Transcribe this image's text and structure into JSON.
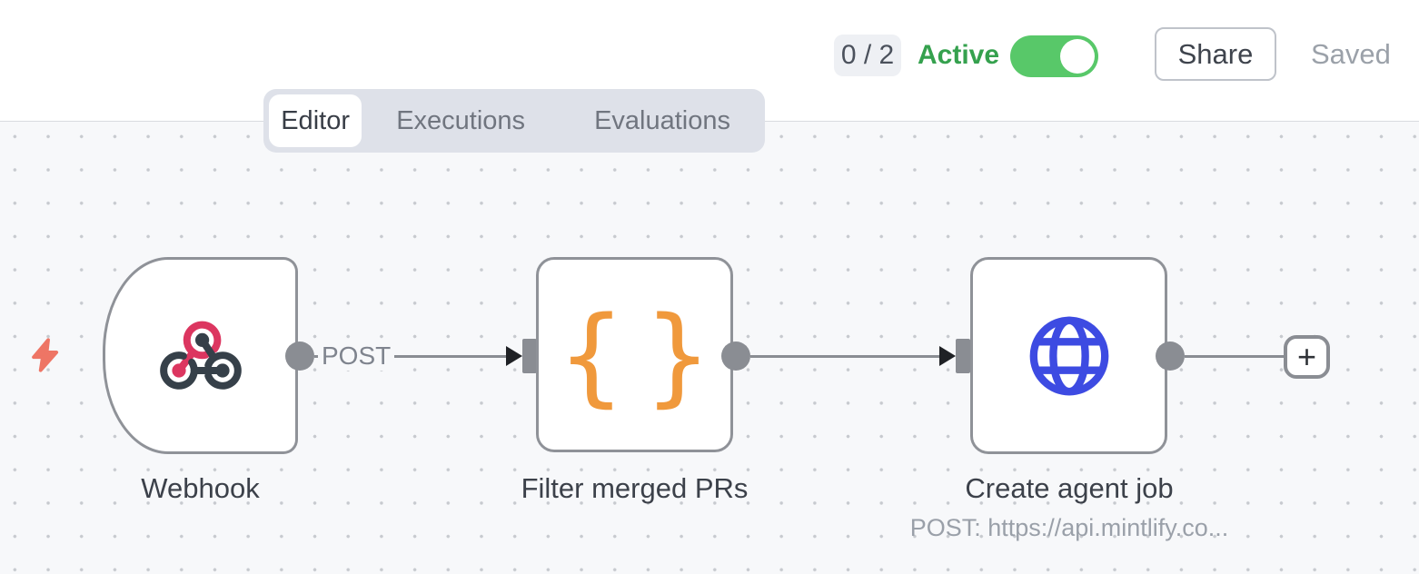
{
  "header": {
    "issues_counter": "0 / 2",
    "active_label": "Active",
    "active_toggle_on": true,
    "share_label": "Share",
    "saved_status": "Saved"
  },
  "tabs": {
    "active": "Editor",
    "items": [
      {
        "label": "Editor"
      },
      {
        "label": "Executions"
      },
      {
        "label": "Evaluations"
      }
    ]
  },
  "icons": {
    "brace_open": "{",
    "brace_close": "}",
    "plus": "+"
  },
  "workflow": {
    "nodes": [
      {
        "name": "Webhook",
        "icon": "webhook-icon",
        "shape": "trigger-rounded-left"
      },
      {
        "name": "Filter merged PRs",
        "icon": "code-braces-icon"
      },
      {
        "name": "Create agent job",
        "icon": "globe-icon",
        "subtitle": "POST: https://api.mintlify.co..."
      }
    ],
    "connections": [
      {
        "from": "Webhook",
        "to": "Filter merged PRs",
        "label": "POST"
      },
      {
        "from": "Filter merged PRs",
        "to": "Create agent job"
      },
      {
        "from": "Create agent job",
        "to": "add-node-button"
      }
    ]
  },
  "colors": {
    "active_green": "#35a14e",
    "toggle_green": "#58c869",
    "canvas_bg": "#f7f8fa",
    "node_border": "#8f9298",
    "connector_gray": "#8a8d93",
    "code_icon_orange": "#F0993C",
    "globe_icon_blue": "#3D4BE2",
    "webhook_pink": "#DC3660",
    "webhook_dark": "#364049",
    "bolt_coral": "#EE7565"
  }
}
